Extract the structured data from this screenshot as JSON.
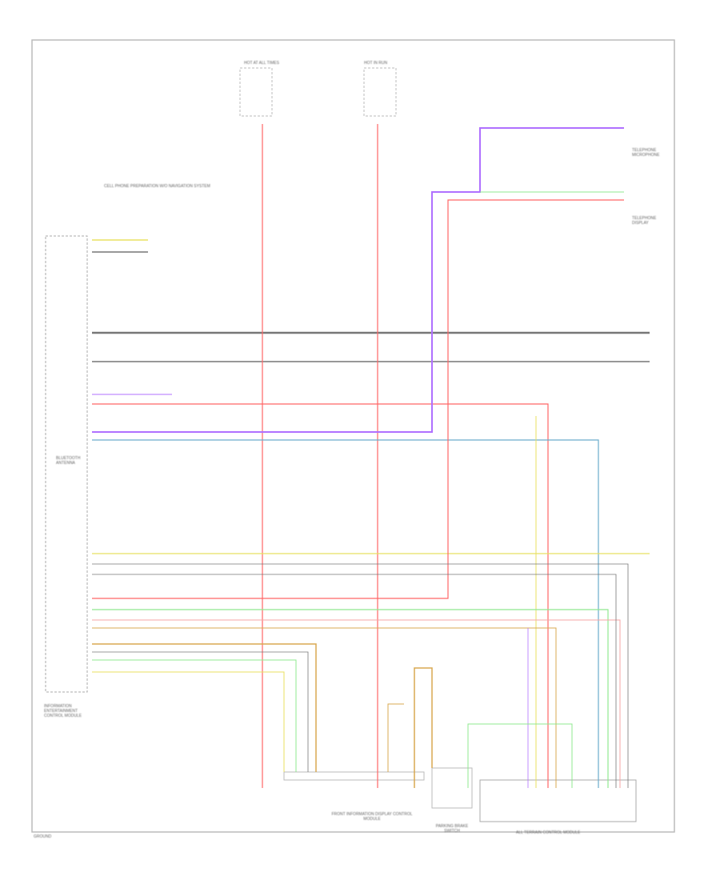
{
  "diagram": {
    "note": "CELL PHONE PREPARATION W/O NAVIGATION SYSTEM",
    "fuse_top_left": "HOT AT ALL TIMES",
    "fuse_top_right": "HOT IN RUN",
    "left_module": "BLUETOOTH ANTENNA",
    "left_module_title": "INFORMATION ENTERTAINMENT CONTROL MODULE",
    "top_right_component": "TELEPHONE MICROPHONE",
    "right_component": "TELEPHONE DISPLAY",
    "front_module": "FRONT INFORMATION DISPLAY CONTROL MODULE",
    "park_switch": "PARKING BRAKE SWITCH",
    "bottom_right_module": "ALL TERRAIN CONTROL MODULE",
    "footer": "GROUND",
    "wire_colors": {
      "red": "#f66",
      "purple": "#b070ff",
      "blue": "#6aaccc",
      "yellow": "#e8e060",
      "green": "#8fe88f",
      "gray": "#777",
      "tan": "#d8a850",
      "pink": "#f6a6a6"
    }
  }
}
